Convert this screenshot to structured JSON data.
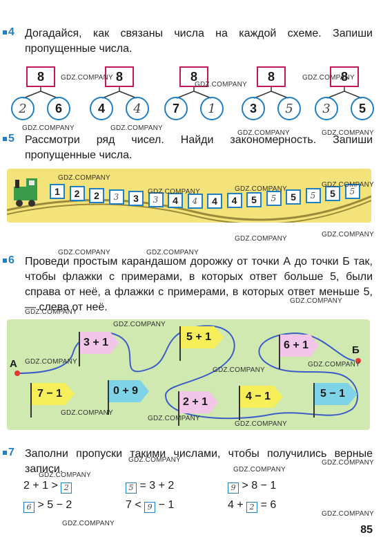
{
  "tasks": {
    "t4": {
      "num": "4",
      "text": "Догадайся, как связаны числа на каждой схеме. Запиши пропущенные числа."
    },
    "t5": {
      "num": "5",
      "text": "Рассмотри ряд чисел. Найди закономерность. Запиши пропущенные числа."
    },
    "t6": {
      "num": "6",
      "text": "Проведи простым карандашом дорожку от точки А до точки Б так, чтобы флажки с примерами, в которых ответ больше 5, были справа от неё, а флажки с примерами, в которых ответ меньше 5, — слева от неё."
    },
    "t7": {
      "num": "7",
      "text": "Заполни пропуски такими числами, чтобы получились верные записи."
    }
  },
  "schemes": [
    {
      "top": "8",
      "left": "2",
      "right": "6",
      "filled": "right"
    },
    {
      "top": "8",
      "left": "4",
      "right": "4",
      "filled": "left"
    },
    {
      "top": "8",
      "left": "7",
      "right": "1",
      "filled": "left"
    },
    {
      "top": "8",
      "left": "3",
      "right": "5",
      "filled": "left"
    },
    {
      "top": "8",
      "left": "3",
      "right": "5",
      "filled": "right"
    }
  ],
  "train": [
    {
      "v": "1",
      "h": false
    },
    {
      "v": "2",
      "h": false
    },
    {
      "v": "2",
      "h": false
    },
    {
      "v": "3",
      "h": true
    },
    {
      "v": "3",
      "h": false
    },
    {
      "v": "3",
      "h": true
    },
    {
      "v": "4",
      "h": false
    },
    {
      "v": "4",
      "h": true
    },
    {
      "v": "4",
      "h": false
    },
    {
      "v": "4",
      "h": false
    },
    {
      "v": "5",
      "h": false
    },
    {
      "v": "5",
      "h": true
    },
    {
      "v": "5",
      "h": false
    },
    {
      "v": "5",
      "h": true
    },
    {
      "v": "5",
      "h": false
    },
    {
      "v": "5",
      "h": true
    }
  ],
  "flags": [
    {
      "label": "3 + 1",
      "color": "#f2c6e8"
    },
    {
      "label": "5 + 1",
      "color": "#f6ef5a"
    },
    {
      "label": "6 + 1",
      "color": "#f2c6e8"
    },
    {
      "label": "7 − 1",
      "color": "#f6ef5a"
    },
    {
      "label": "0 + 9",
      "color": "#7fd3e6"
    },
    {
      "label": "2 + 1",
      "color": "#f2c6e8"
    },
    {
      "label": "4 − 1",
      "color": "#f6ef5a"
    },
    {
      "label": "5 − 1",
      "color": "#7fd3e6"
    }
  ],
  "points": {
    "a": "А",
    "b": "Б"
  },
  "eqs": {
    "e1a": "2 + 1 >",
    "e1b": "2",
    "e2b": "5",
    "e2a": "= 3 + 2",
    "e3b": "9",
    "e3a": "> 8 − 1",
    "e4b": "6",
    "e4a": "> 5 − 2",
    "e5a": "7 <",
    "e5b": "9",
    "e5c": "− 1",
    "e6a": "4 +",
    "e6b": "2",
    "e6c": "= 6"
  },
  "watermark": "GDZ.COMPANY",
  "page": "85"
}
